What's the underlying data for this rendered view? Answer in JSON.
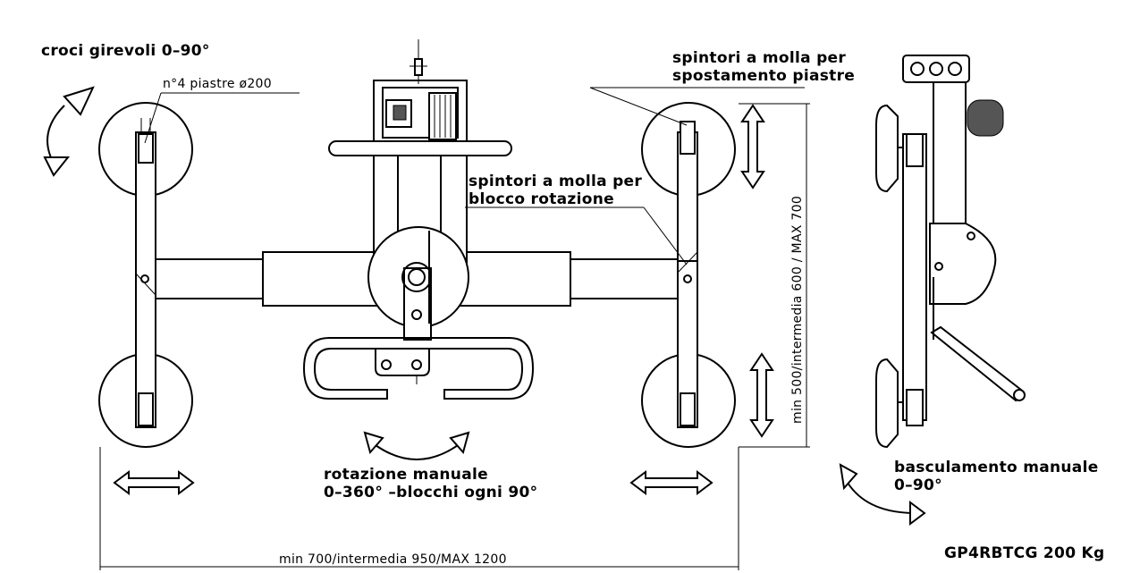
{
  "labels": {
    "croci_girevoli": "croci girevoli 0–90°",
    "piastre": "n°4 piastre ø200",
    "spintori_spostamento_1": "spintori a molla per",
    "spintori_spostamento_2": "spostamento piastre",
    "spintori_blocco_1": "spintori a molla per",
    "spintori_blocco_2": "blocco rotazione",
    "rotazione_1": "rotazione manuale",
    "rotazione_2": "0–360° –blocchi ogni 90°",
    "basculamento_1": "basculamento manuale",
    "basculamento_2": "0–90°",
    "dim_width": "min 700/intermedia 950/MAX 1200",
    "dim_height": "min 500/intermedia 600 / MAX 700",
    "model": "GP4RBTCG 200 Kg"
  }
}
